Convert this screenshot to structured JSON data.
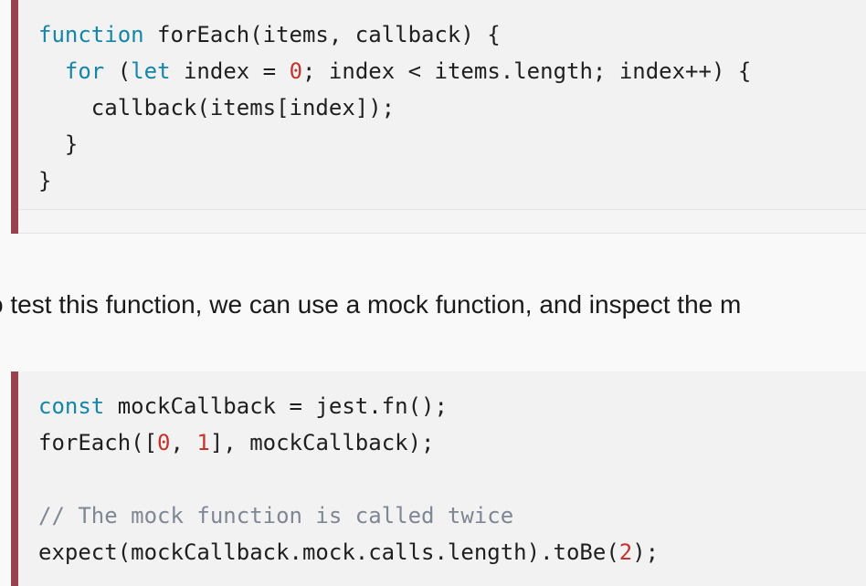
{
  "colors": {
    "page_background": "#f9f9fa",
    "code_background": "#f3f2f3",
    "code_border": "#99424f",
    "keyword": "#1486a8",
    "number": "#c4332d",
    "comment": "#7e8793",
    "text": "#1f1f1f"
  },
  "code_block_1": {
    "lines": [
      [
        {
          "t": "function",
          "k": "kw"
        },
        {
          "t": " forEach(items, callback) {",
          "k": "plain"
        }
      ],
      [
        {
          "t": "  ",
          "k": "plain"
        },
        {
          "t": "for",
          "k": "kw"
        },
        {
          "t": " (",
          "k": "plain"
        },
        {
          "t": "let",
          "k": "kw"
        },
        {
          "t": " index = ",
          "k": "plain"
        },
        {
          "t": "0",
          "k": "num"
        },
        {
          "t": "; index < items.length; index++) {",
          "k": "plain"
        }
      ],
      [
        {
          "t": "    callback(items[index]);",
          "k": "plain"
        }
      ],
      [
        {
          "t": "  }",
          "k": "plain"
        }
      ],
      [
        {
          "t": "}",
          "k": "plain"
        }
      ]
    ]
  },
  "paragraph": {
    "text": "o test this function, we can use a mock function, and inspect the m"
  },
  "code_block_2": {
    "lines": [
      [
        {
          "t": "const",
          "k": "kw"
        },
        {
          "t": " mockCallback = jest.fn();",
          "k": "plain"
        }
      ],
      [
        {
          "t": "forEach([",
          "k": "plain"
        },
        {
          "t": "0",
          "k": "num"
        },
        {
          "t": ", ",
          "k": "plain"
        },
        {
          "t": "1",
          "k": "num"
        },
        {
          "t": "], mockCallback);",
          "k": "plain"
        }
      ],
      [
        {
          "t": "",
          "k": "plain"
        }
      ],
      [
        {
          "t": "// The mock function is called twice",
          "k": "comment"
        }
      ],
      [
        {
          "t": "expect(mockCallback.mock.calls.length).toBe(",
          "k": "plain"
        },
        {
          "t": "2",
          "k": "num"
        },
        {
          "t": ");",
          "k": "plain"
        }
      ]
    ]
  }
}
